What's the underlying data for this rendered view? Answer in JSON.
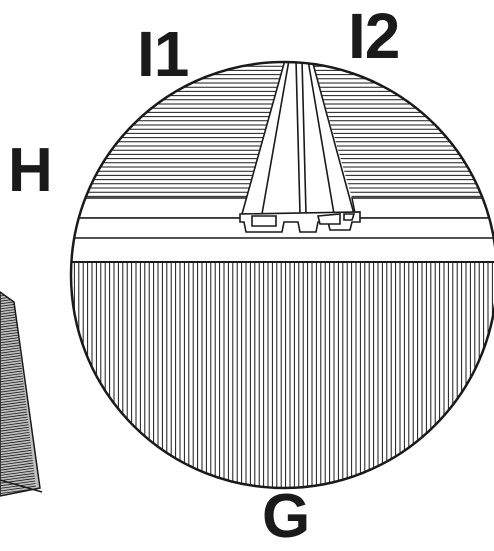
{
  "figure": {
    "labels": {
      "i1": "I1",
      "i2": "I2",
      "h": "H",
      "g": "G"
    },
    "parts": {
      "deck_board_left": "I1",
      "deck_board_right": "I2",
      "wall_panel": "H",
      "lower_panel": "G"
    },
    "colors": {
      "line": "#1a1a1a",
      "background": "#ffffff",
      "side_panel": "#bfbfbf"
    }
  }
}
